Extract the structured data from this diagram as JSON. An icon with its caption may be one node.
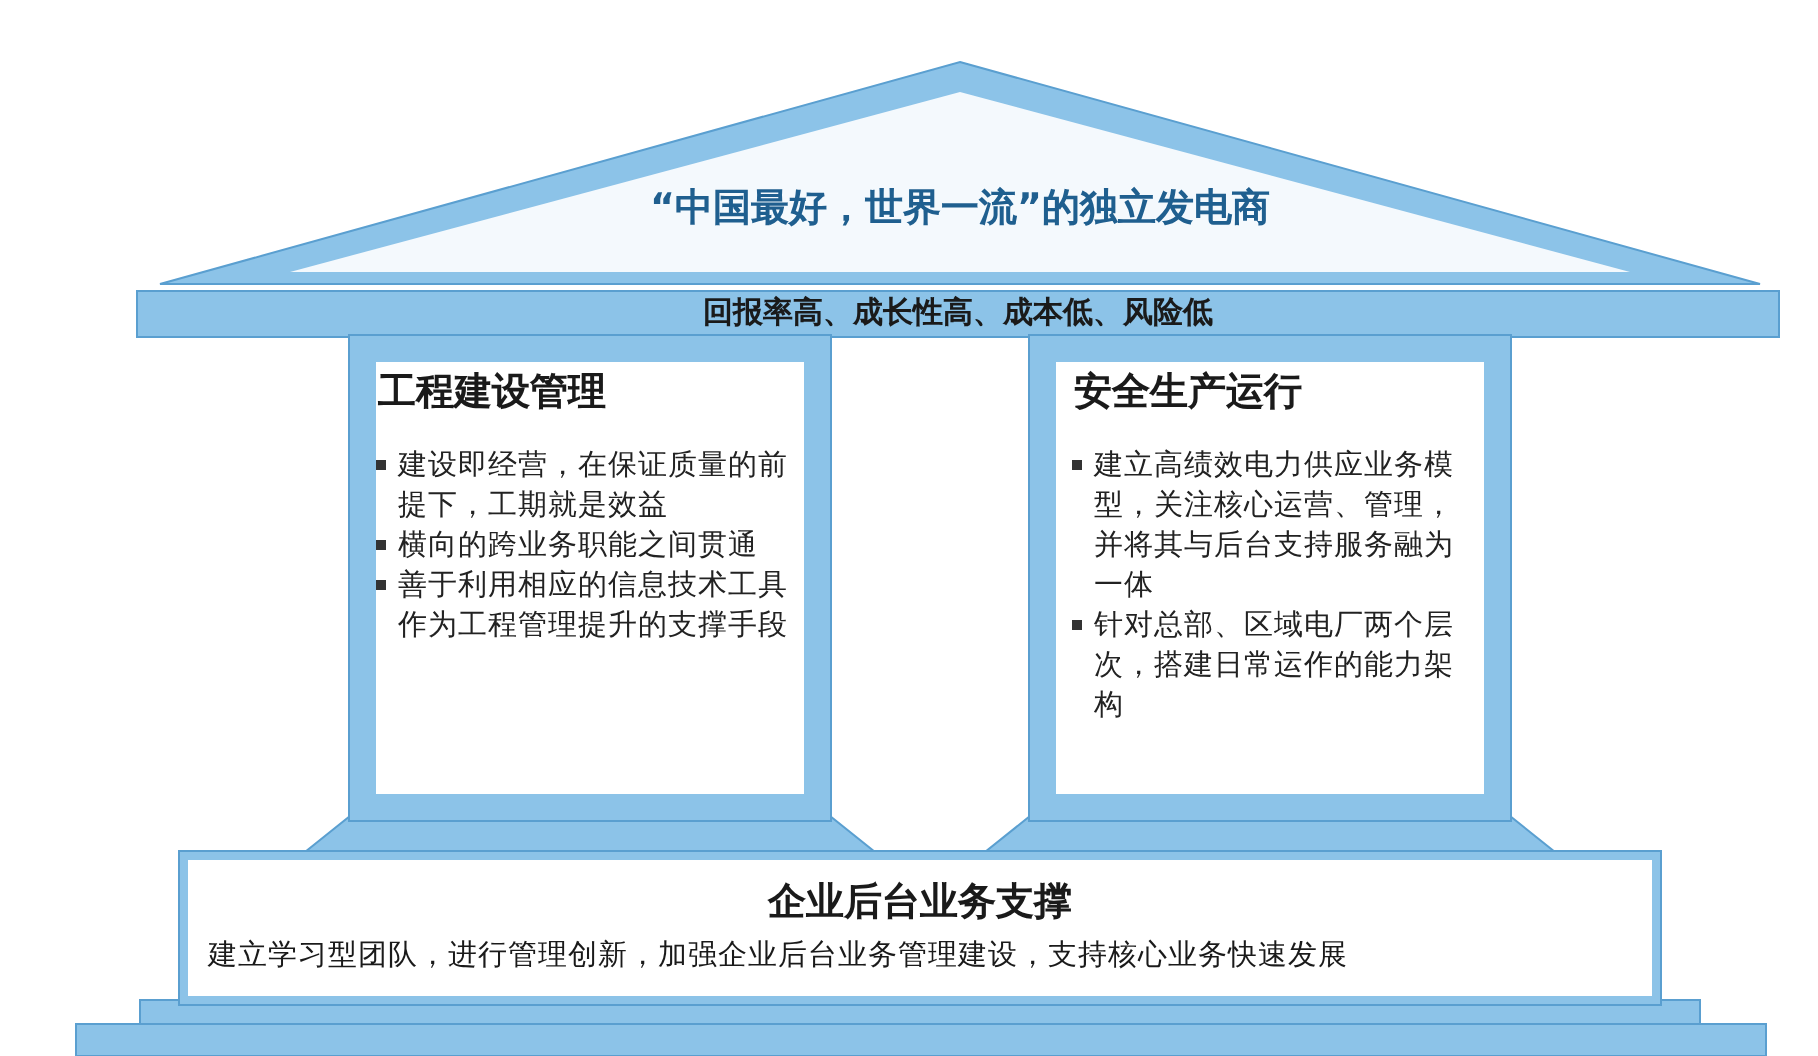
{
  "diagram": {
    "nodes": [
      {
        "text": [
          "“中国最好，世界一流”的独立发电商"
        ]
      },
      {
        "text": [
          "回报率高、成长性高、成本低、风险低"
        ]
      },
      {
        "text": [
          "工程建设管理",
          "建设即经营，在保证质量的前提下，工期就是效益",
          "横向的跨业务职能之间贯通",
          "善于利用相应的信息技术工具作为工程管理提升的支撑手段"
        ]
      },
      {
        "text": [
          "安全生产运行",
          "建立高绩效电力供应业务模型，关注核心运营、管理，并将其与后台支持服务融为一体",
          "针对总部、区域电厂两个层次，搭建日常运作的能力架构"
        ]
      },
      {
        "text": [
          "企业后台业务支撑",
          "建立学习型团队，进行管理创新，加强企业后台业务管理建设，支持核心业务快速发展"
        ]
      }
    ],
    "edges": []
  }
}
